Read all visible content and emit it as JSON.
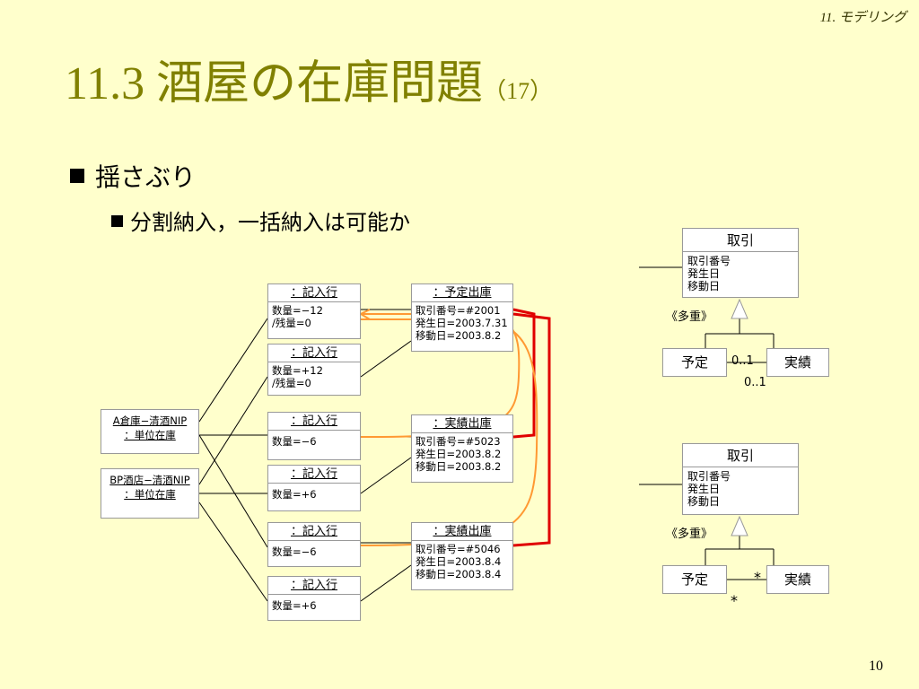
{
  "header": {
    "chapter": "11. モデリング"
  },
  "title": {
    "main": "11.3 酒屋の在庫問題",
    "sub": "（17）"
  },
  "bullets": {
    "level1": "揺さぶり",
    "level2": "分割納入，一括納入は可能か"
  },
  "stores": [
    {
      "line1": "A倉庫−清酒NIP",
      "line2": "：単位在庫"
    },
    {
      "line1": "BP酒店−清酒NIP",
      "line2": "：単位在庫"
    }
  ],
  "entries": [
    {
      "title": "：記入行",
      "lines": [
        "数量=−12",
        "/残量=0"
      ]
    },
    {
      "title": "：記入行",
      "lines": [
        "数量=+12",
        "/残量=0"
      ]
    },
    {
      "title": "：記入行",
      "lines": [
        "数量=−6"
      ]
    },
    {
      "title": "：記入行",
      "lines": [
        "数量=+6"
      ]
    },
    {
      "title": "：記入行",
      "lines": [
        "数量=−6"
      ]
    },
    {
      "title": "：記入行",
      "lines": [
        "数量=+6"
      ]
    }
  ],
  "shipments": [
    {
      "title": "：予定出庫",
      "lines": [
        "取引番号=#2001",
        "発生日=2003.7.31",
        "移動日=2003.8.2"
      ]
    },
    {
      "title": "：実績出庫",
      "lines": [
        "取引番号=#5023",
        "発生日=2003.8.2",
        "移動日=2003.8.2"
      ]
    },
    {
      "title": "：実績出庫",
      "lines": [
        "取引番号=#5046",
        "発生日=2003.8.4",
        "移動日=2003.8.4"
      ]
    }
  ],
  "class_diagrams": [
    {
      "transaction": {
        "name": "取引",
        "attrs": [
          "取引番号",
          "発生日",
          "移動日"
        ]
      },
      "stereotype": "《多重》",
      "plan": "予定",
      "actual": "実績",
      "mult_a": "0..1",
      "mult_b": "0..1"
    },
    {
      "transaction": {
        "name": "取引",
        "attrs": [
          "取引番号",
          "発生日",
          "移動日"
        ]
      },
      "stereotype": "《多重》",
      "plan": "予定",
      "actual": "実績",
      "mult_a": "*",
      "mult_b": "*"
    }
  ],
  "page_number": "10",
  "colors": {
    "title": "#808000",
    "background": "#FFFFCC",
    "highlight_red": "#E00000",
    "highlight_orange": "#FF9933"
  }
}
